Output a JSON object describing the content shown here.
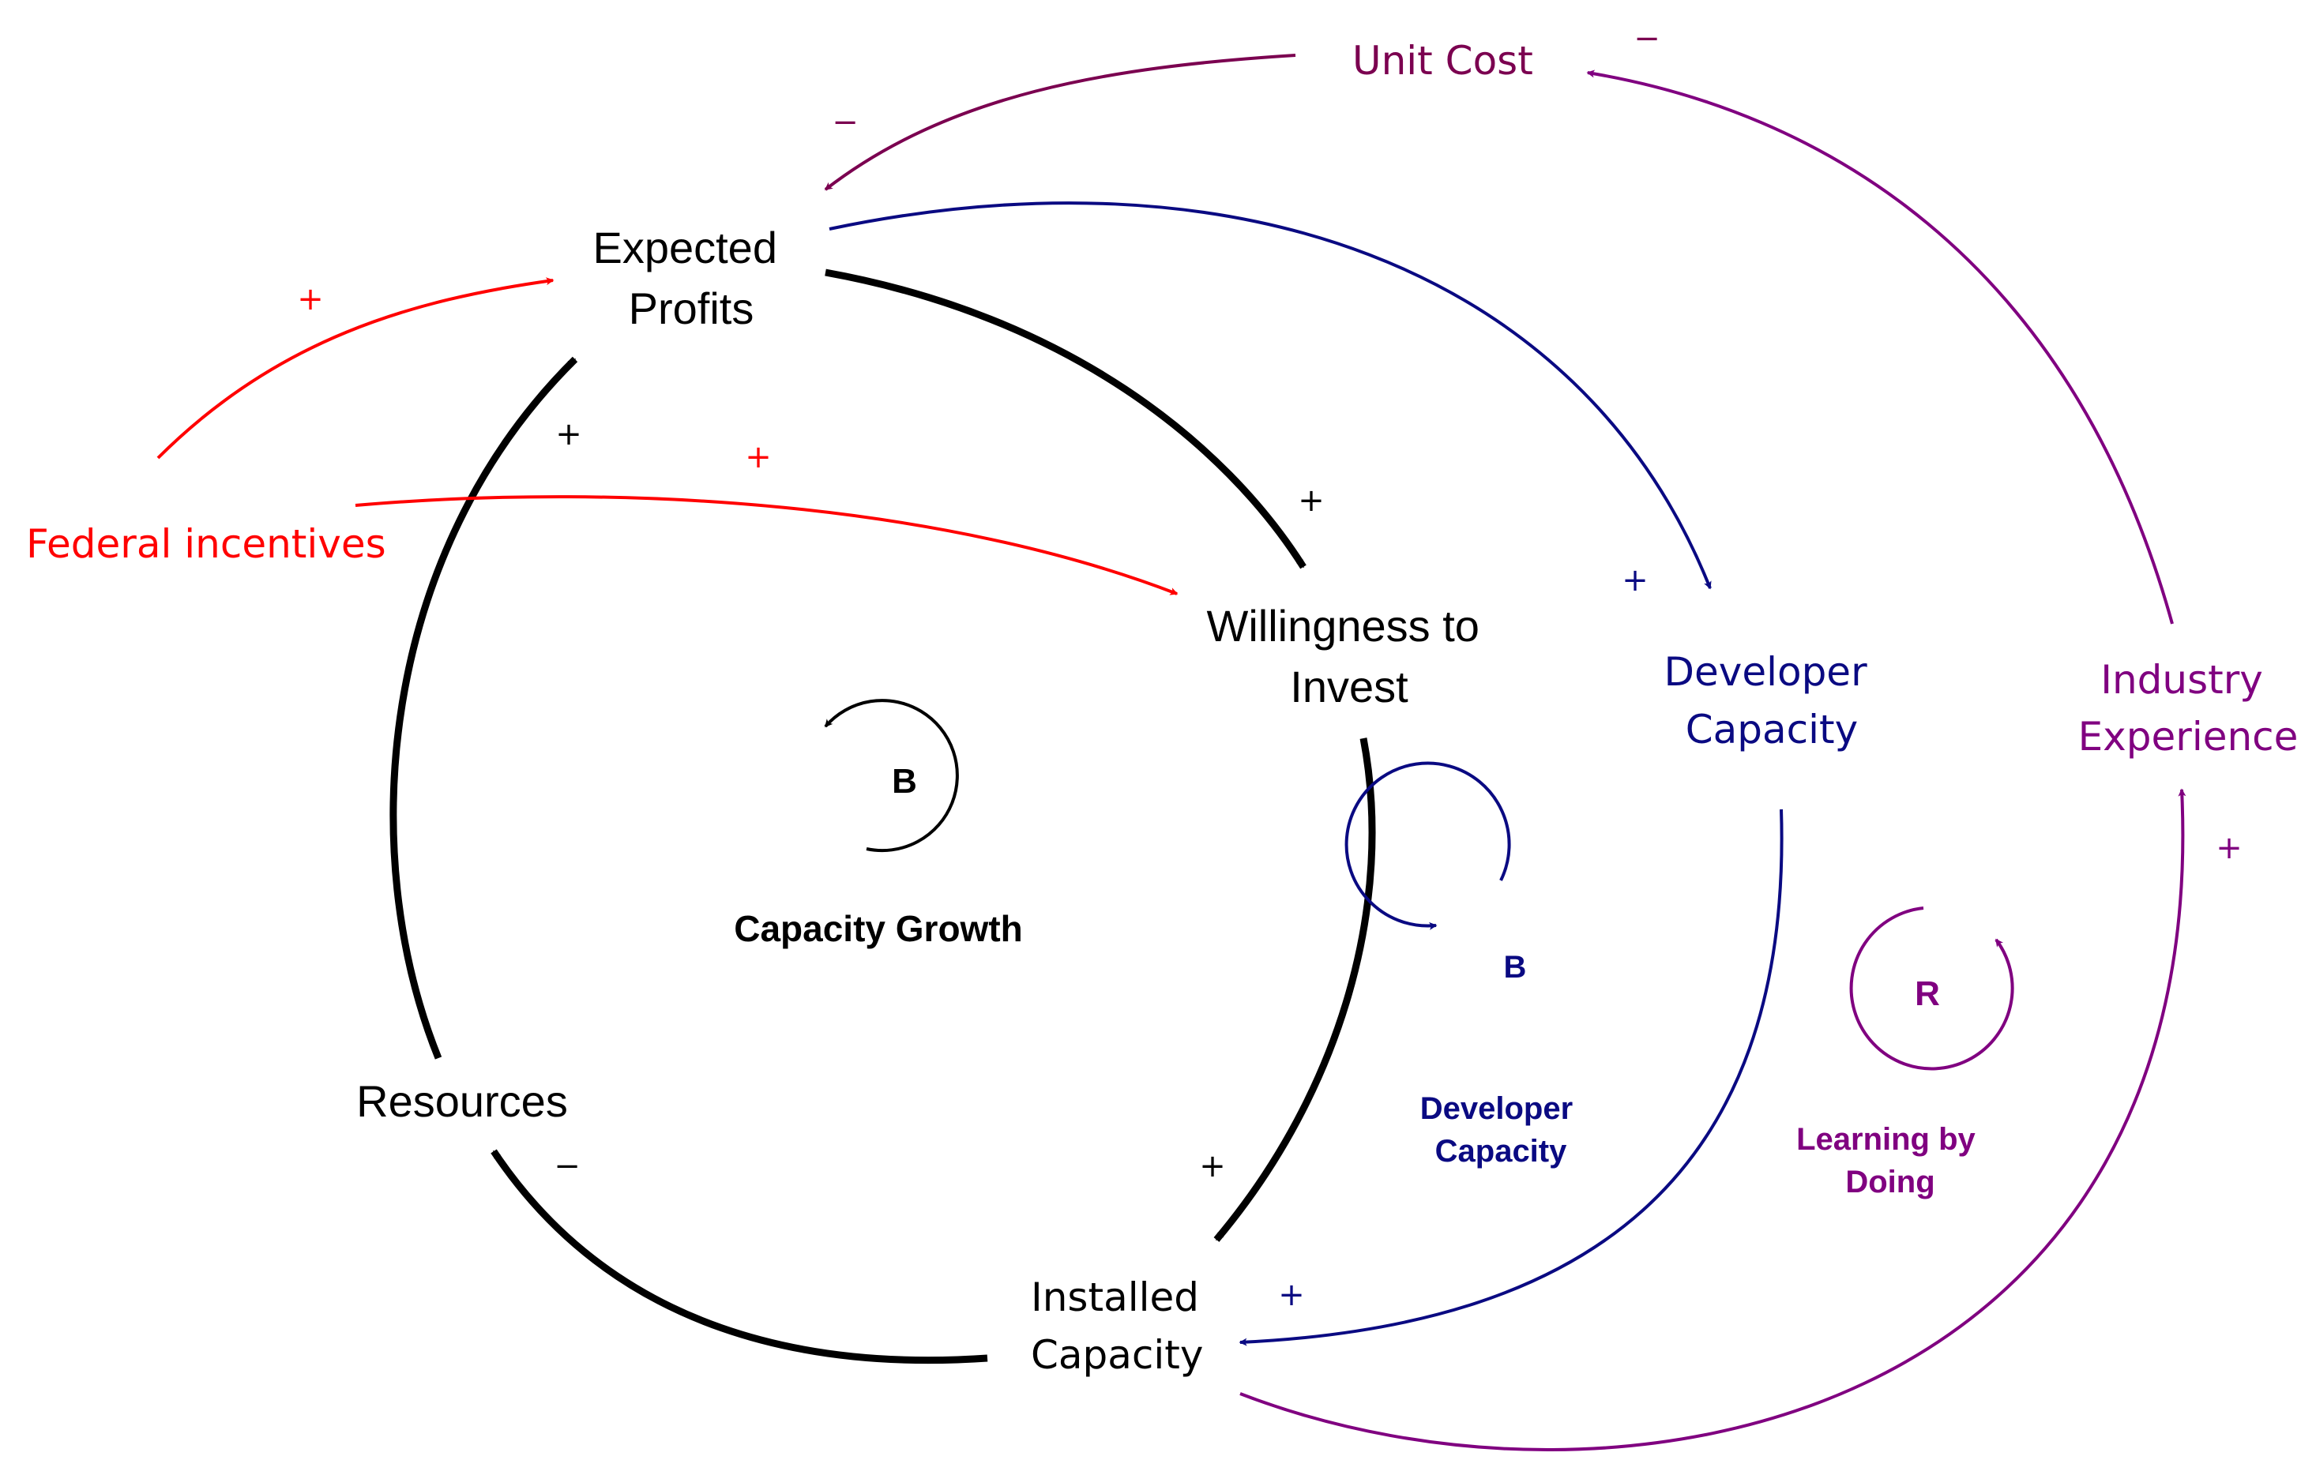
{
  "variables": {
    "expected_profits": [
      "Expected",
      "Profits"
    ],
    "willingness": [
      "Willingness to",
      "Invest"
    ],
    "resources": "Resources",
    "installed_capacity": [
      "Installed",
      "Capacity"
    ],
    "federal_incentives": "Federal incentives",
    "unit_cost": "Unit Cost",
    "developer_capacity": [
      "Developer",
      "Capacity"
    ],
    "industry_experience": [
      "Industry",
      "Experience"
    ]
  },
  "loops": {
    "capacity_growth": {
      "symbol": "B",
      "name": [
        "Capacity Growth"
      ]
    },
    "developer_capacity": {
      "symbol": "B",
      "name": [
        "Developer",
        "Capacity"
      ]
    },
    "learning_by_doing": {
      "symbol": "R",
      "name": [
        "Learning by",
        "Doing"
      ]
    }
  },
  "polarity": {
    "plus": "+",
    "minus": "−"
  },
  "colors": {
    "main": "#000000",
    "incentives": "#ff0000",
    "unit_cost": "#7b0050",
    "developer": "#0a0a82",
    "learning": "#800080"
  }
}
